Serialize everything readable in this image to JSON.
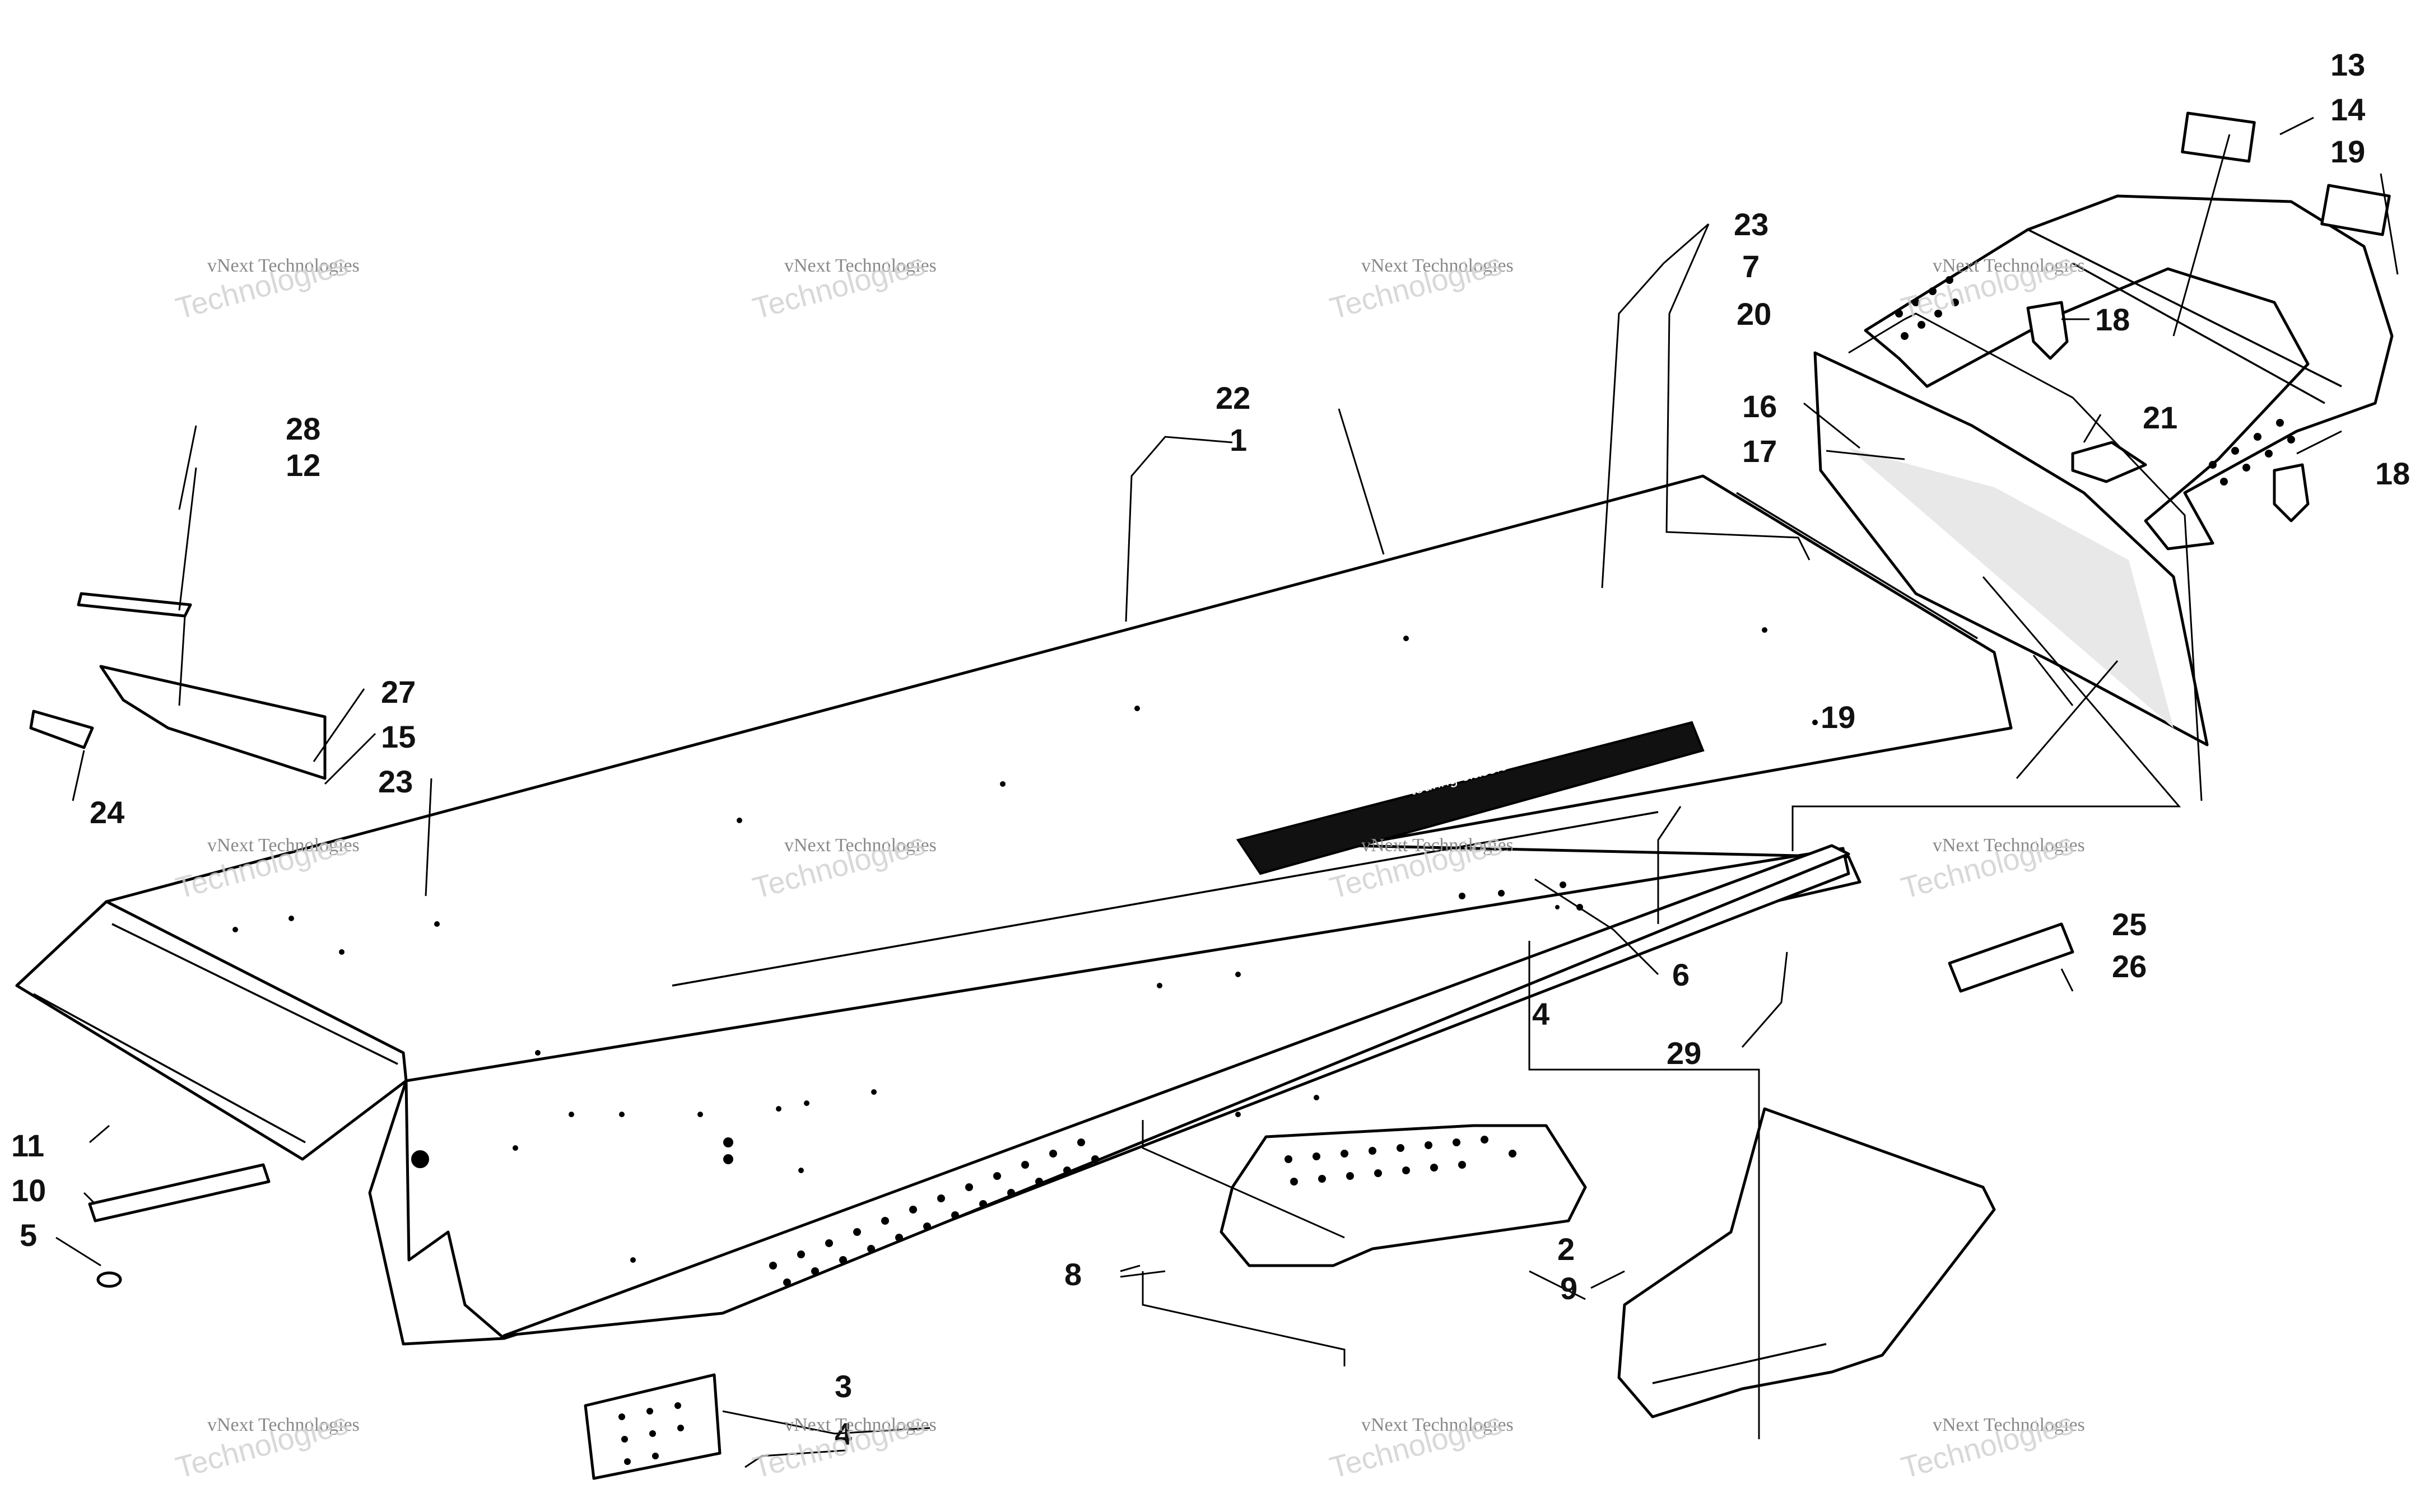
{
  "callouts": {
    "c1": "1",
    "c2": "2",
    "c3": "3",
    "c4a": "4",
    "c4b": "4",
    "c5": "5",
    "c6": "6",
    "c7": "7",
    "c8": "8",
    "c9": "9",
    "c10": "10",
    "c11": "11",
    "c12": "12",
    "c13": "13",
    "c14": "14",
    "c15": "15",
    "c16": "16",
    "c17": "17",
    "c18a": "18",
    "c18b": "18",
    "c19a": "19",
    "c19b": "19",
    "c20": "20",
    "c21": "21",
    "c22": "22",
    "c23a": "23",
    "c23b": "23",
    "c24": "24",
    "c25": "25",
    "c26": "26",
    "c27": "27",
    "c28": "28",
    "c29": "29"
  },
  "watermark": {
    "line1": "vNext Technologies",
    "line2": "Technologies",
    "tag": "vNext"
  },
  "decal_text": "touring classic"
}
